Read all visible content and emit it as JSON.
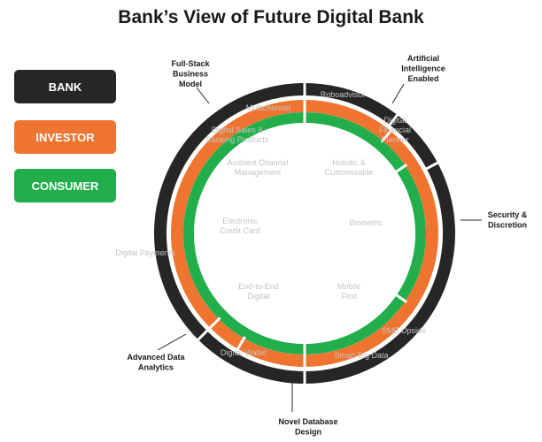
{
  "title": "Bank’s View of Future Digital Bank",
  "colors": {
    "bank": "#262626",
    "investor": "#ef7430",
    "consumer": "#21ae4b",
    "faded_text": "#c4c4c4",
    "title_text": "#1a1a1a"
  },
  "legend": [
    {
      "label": "BANK",
      "color": "#262626"
    },
    {
      "label": "INVESTOR",
      "color": "#ef7430"
    },
    {
      "label": "CONSUMER",
      "color": "#21ae4b"
    }
  ],
  "bank_labels": [
    {
      "key": "full_stack",
      "lines": [
        "Full-Stack",
        "Business",
        "Model"
      ]
    },
    {
      "key": "ai",
      "lines": [
        "Artificial",
        "Intelligence",
        "Enabled"
      ]
    },
    {
      "key": "security",
      "lines": [
        "Security &",
        "Discretion"
      ]
    },
    {
      "key": "novel_db",
      "lines": [
        "Novel Database",
        "Design"
      ]
    },
    {
      "key": "advanced",
      "lines": [
        "Advanced Data",
        "Analytics"
      ]
    }
  ],
  "investor_labels": [
    {
      "key": "multichannel",
      "lines": [
        "Multichannel"
      ]
    },
    {
      "key": "roboadvisor",
      "lines": [
        "Roboadvisor"
      ]
    },
    {
      "key": "digital_fp",
      "lines": [
        "Digital",
        "Financial",
        "Planner"
      ]
    },
    {
      "key": "digital_sales",
      "lines": [
        "Digital Sales &",
        "Banking Products"
      ]
    },
    {
      "key": "digital_payments",
      "lines": [
        "Digital Payments"
      ]
    },
    {
      "key": "sme",
      "lines": [
        "SME Upside"
      ]
    },
    {
      "key": "digital_wallet",
      "lines": [
        "Digital Wallet"
      ]
    },
    {
      "key": "smart_data",
      "lines": [
        "Smart Big Data"
      ]
    }
  ],
  "consumer_labels": [
    {
      "key": "ambient",
      "lines": [
        "Ambient Channel",
        "Management"
      ]
    },
    {
      "key": "holistic",
      "lines": [
        "Holistic &",
        "Customizable"
      ]
    },
    {
      "key": "credit",
      "lines": [
        "Electronic",
        "Credit Card"
      ]
    },
    {
      "key": "biometric",
      "lines": [
        "Biometric"
      ]
    },
    {
      "key": "e2e",
      "lines": [
        "End-to-End",
        "Digital"
      ]
    },
    {
      "key": "mobile",
      "lines": [
        "Mobile",
        "First"
      ]
    }
  ]
}
